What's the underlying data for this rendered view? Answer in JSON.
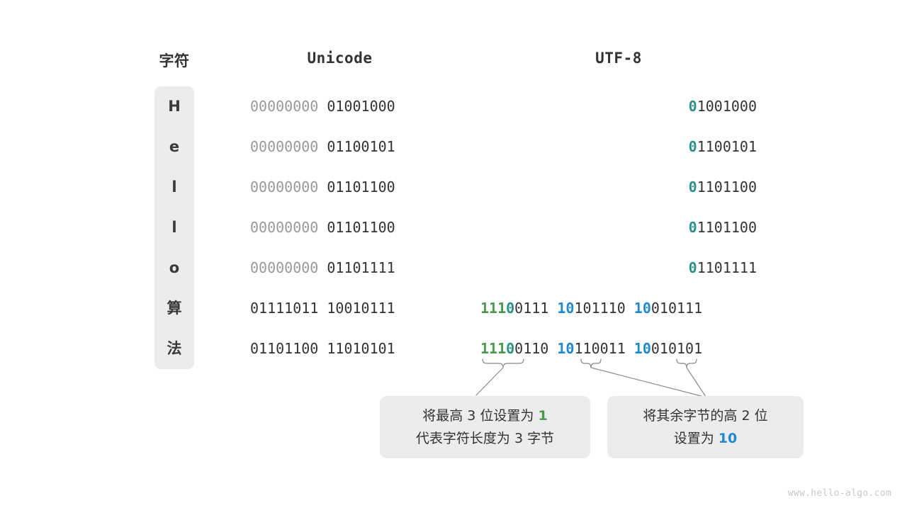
{
  "headers": {
    "char": "字符",
    "unicode": "Unicode",
    "utf8": "UTF-8"
  },
  "rows": [
    {
      "char": "H",
      "unicode": {
        "byte1": "00000000",
        "byte2": "01001000",
        "byte1_dim": true
      },
      "utf8_segments": [
        {
          "text": "0",
          "style": "teal"
        },
        {
          "text": "1001000",
          "style": "dark"
        }
      ]
    },
    {
      "char": "e",
      "unicode": {
        "byte1": "00000000",
        "byte2": "01100101",
        "byte1_dim": true
      },
      "utf8_segments": [
        {
          "text": "0",
          "style": "teal"
        },
        {
          "text": "1100101",
          "style": "dark"
        }
      ]
    },
    {
      "char": "l",
      "unicode": {
        "byte1": "00000000",
        "byte2": "01101100",
        "byte1_dim": true
      },
      "utf8_segments": [
        {
          "text": "0",
          "style": "teal"
        },
        {
          "text": "1101100",
          "style": "dark"
        }
      ]
    },
    {
      "char": "l",
      "unicode": {
        "byte1": "00000000",
        "byte2": "01101100",
        "byte1_dim": true
      },
      "utf8_segments": [
        {
          "text": "0",
          "style": "teal"
        },
        {
          "text": "1101100",
          "style": "dark"
        }
      ]
    },
    {
      "char": "o",
      "unicode": {
        "byte1": "00000000",
        "byte2": "01101111",
        "byte1_dim": true
      },
      "utf8_segments": [
        {
          "text": "0",
          "style": "teal"
        },
        {
          "text": "1101111",
          "style": "dark"
        }
      ]
    },
    {
      "char": "算",
      "unicode": {
        "byte1": "01111011",
        "byte2": "10010111",
        "byte1_dim": false
      },
      "utf8_segments": [
        {
          "text": "111",
          "style": "green"
        },
        {
          "text": "0",
          "style": "teal"
        },
        {
          "text": "0111 ",
          "style": "dark"
        },
        {
          "text": "10",
          "style": "blue"
        },
        {
          "text": "101110 ",
          "style": "dark"
        },
        {
          "text": "10",
          "style": "blue"
        },
        {
          "text": "010111",
          "style": "dark"
        }
      ]
    },
    {
      "char": "法",
      "unicode": {
        "byte1": "01101100",
        "byte2": "11010101",
        "byte1_dim": false
      },
      "utf8_segments": [
        {
          "text": "111",
          "style": "green"
        },
        {
          "text": "0",
          "style": "teal"
        },
        {
          "text": "0110 ",
          "style": "dark"
        },
        {
          "text": "10",
          "style": "blue"
        },
        {
          "text": "110011 ",
          "style": "dark"
        },
        {
          "text": "10",
          "style": "blue"
        },
        {
          "text": "010101",
          "style": "dark"
        }
      ]
    }
  ],
  "callouts": {
    "left": {
      "line1_a": "将最高 3 位设置为 ",
      "line1_hl": "1",
      "line1_hl_style": "green",
      "line2": "代表字符长度为 3 字节"
    },
    "right": {
      "line1": "将其余字节的高 2 位",
      "line2_a": "设置为 ",
      "line2_hl": "10",
      "line2_hl_style": "blue"
    }
  },
  "watermark": "www.hello-algo.com",
  "colors": {
    "teal": "#2a9288",
    "green": "#4a9a4a",
    "blue": "#2189ce",
    "dark": "#333333",
    "dim": "#999999",
    "box_bg": "#ececec",
    "watermark": "#c9c9c9"
  }
}
